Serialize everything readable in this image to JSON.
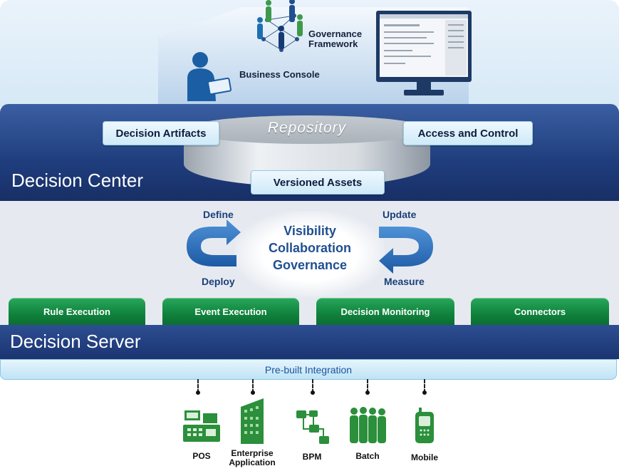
{
  "top": {
    "governance_label_line1": "Governance",
    "governance_label_line2": "Framework",
    "business_console_label": "Business Console"
  },
  "decision_center": {
    "title": "Decision Center",
    "repository_label": "Repository",
    "assets": {
      "decision_artifacts": "Decision Artifacts",
      "access_control": "Access and Control",
      "versioned_assets": "Versioned Assets"
    }
  },
  "cycle": {
    "define": "Define",
    "deploy": "Deploy",
    "update": "Update",
    "measure": "Measure",
    "center": [
      "Visibility",
      "Collaboration",
      "Governance"
    ]
  },
  "server_components": [
    "Rule Execution",
    "Event Execution",
    "Decision Monitoring",
    "Connectors"
  ],
  "decision_server": {
    "title": "Decision Server",
    "integration_label": "Pre-built Integration"
  },
  "clients": [
    {
      "label_line1": "POS",
      "label_line2": "",
      "icon": "cash-register-icon"
    },
    {
      "label_line1": "Enterprise",
      "label_line2": "Application",
      "icon": "building-icon"
    },
    {
      "label_line1": "BPM",
      "label_line2": "",
      "icon": "process-flow-icon"
    },
    {
      "label_line1": "Batch",
      "label_line2": "",
      "icon": "people-group-icon"
    },
    {
      "label_line1": "Mobile",
      "label_line2": "",
      "icon": "mobile-phone-icon"
    }
  ],
  "colors": {
    "navy": "#1f3d7d",
    "green": "#11853e",
    "light_blue": "#cfeaf8",
    "arrow_blue": "#2a6db8"
  }
}
